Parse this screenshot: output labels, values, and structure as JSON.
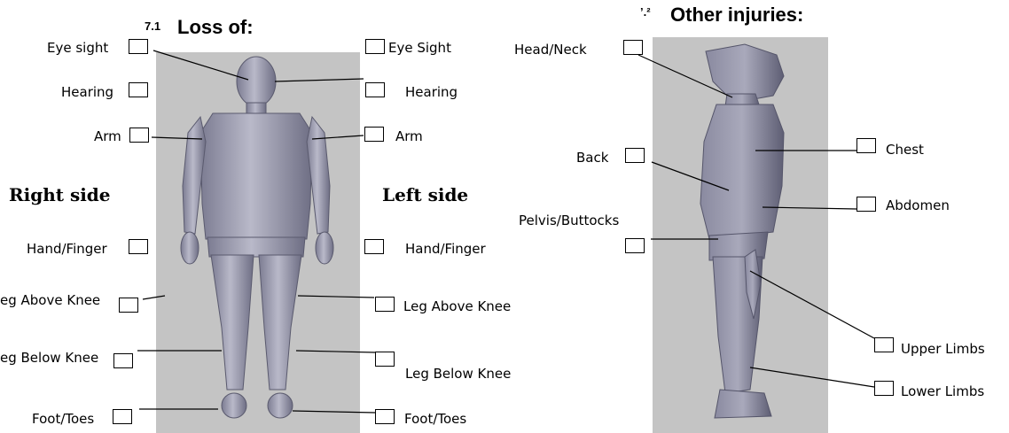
{
  "section_7_1": {
    "number": "7.1",
    "title": "Loss of:",
    "right_side_heading": "Right side",
    "left_side_heading": "Left side",
    "right_items": {
      "eye_sight": "Eye sight",
      "hearing": "Hearing",
      "arm": "Arm",
      "hand_finger": "Hand/Finger",
      "leg_above_knee": "eg Above Knee",
      "leg_below_knee": "eg Below Knee",
      "foot_toes": "Foot/Toes"
    },
    "left_items": {
      "eye_sight": "Eye Sight",
      "hearing": "Hearing",
      "arm": "Arm",
      "hand_finger": "Hand/Finger",
      "leg_above_knee": "Leg Above Knee",
      "leg_below_knee": "Leg Below Knee",
      "foot_toes": "Foot/Toes"
    }
  },
  "section_7_2": {
    "number": "’.²",
    "title": "Other injuries:",
    "items": {
      "head_neck": "Head/Neck",
      "back": "Back",
      "pelvis_buttocks": "Pelvis/Buttocks",
      "chest": "Chest",
      "abdomen": "Abdomen",
      "upper_limbs": "Upper Limbs",
      "lower_limbs": "Lower Limbs"
    }
  },
  "colors": {
    "panel": "#c4c4c4",
    "body_fill": "#9a9aaa",
    "body_shade": "#74748a",
    "body_light": "#c8c8d6"
  }
}
